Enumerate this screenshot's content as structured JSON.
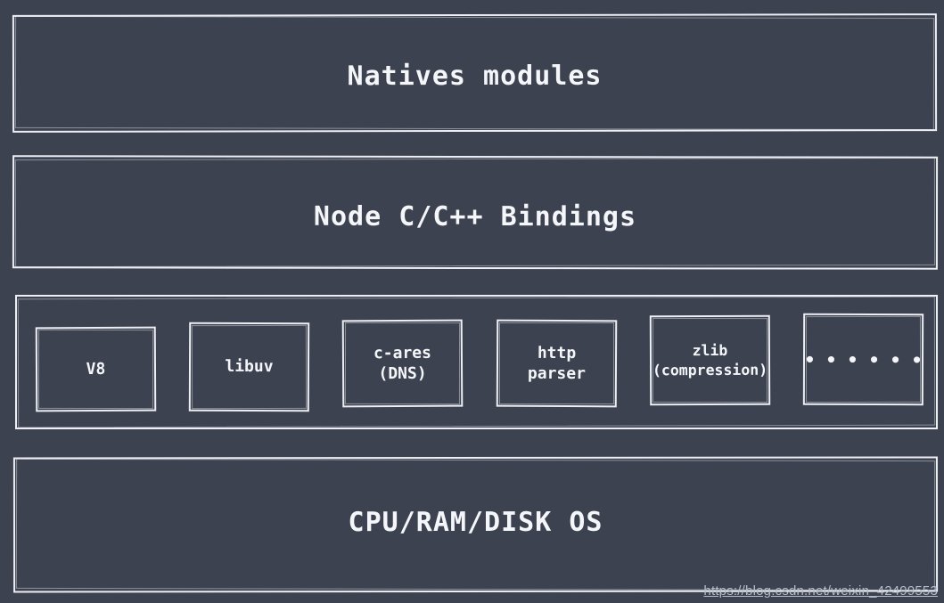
{
  "colors": {
    "background": "#3d4250",
    "line": "#edeff4",
    "line_faint": "rgba(237,239,244,0.45)",
    "text": "#f4f6f9",
    "watermark": "#b6bcc8"
  },
  "diagram": {
    "layers": [
      {
        "name": "natives-modules",
        "label": "Natives modules"
      },
      {
        "name": "node-bindings",
        "label": "Node C/C++ Bindings"
      },
      {
        "name": "core-libraries",
        "modules": [
          {
            "label": "V8"
          },
          {
            "label": "libuv"
          },
          {
            "label": "c-ares\n(DNS)"
          },
          {
            "label": "http\nparser"
          },
          {
            "label": "zlib\n(compression)"
          },
          {
            "label": "••••••",
            "icon": "ellipsis-dots-icon"
          }
        ]
      },
      {
        "name": "os",
        "label": "CPU/RAM/DISK OS"
      }
    ]
  },
  "watermark": {
    "text": "https://blog.csdn.net/weixin_42499553"
  }
}
